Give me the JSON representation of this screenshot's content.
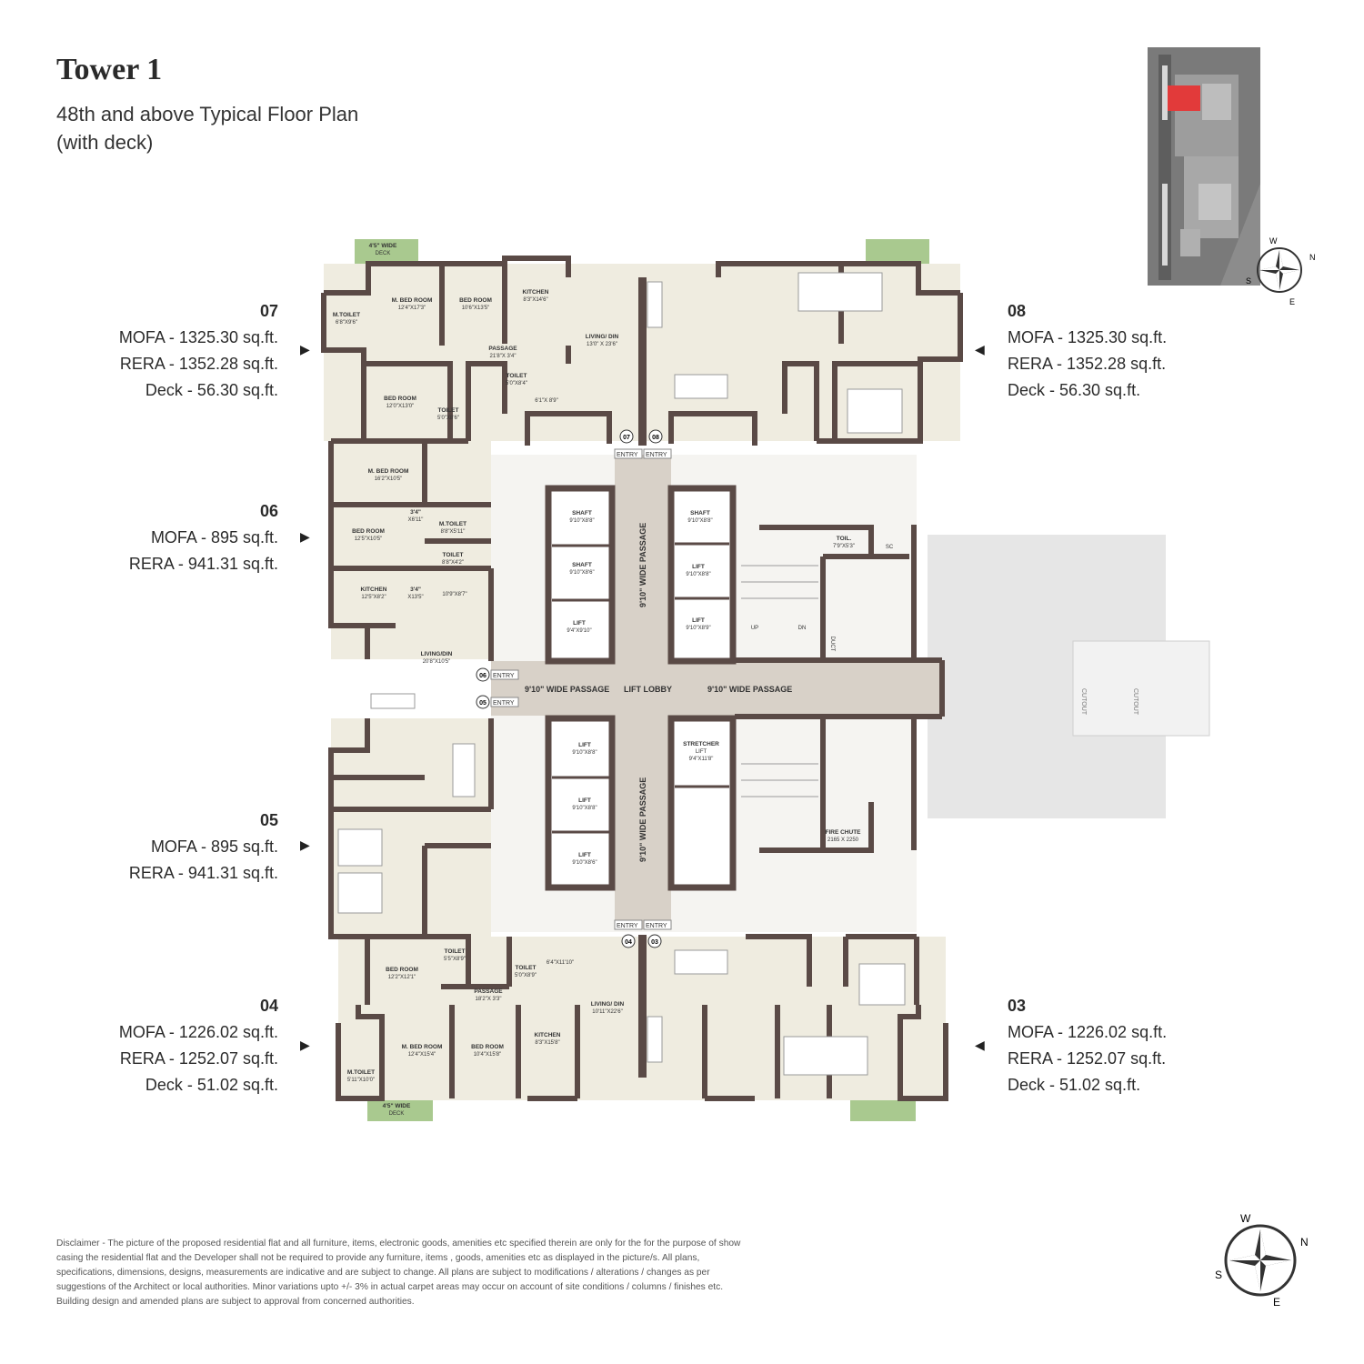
{
  "header": {
    "title": "Tower 1",
    "subtitle_line1": "48th and above Typical Floor Plan",
    "subtitle_line2": "(with deck)"
  },
  "units": {
    "u07": {
      "number": "07",
      "mofa": "MOFA - 1325.30 sq.ft.",
      "rera": "RERA - 1352.28 sq.ft.",
      "deck": "Deck - 56.30 sq.ft."
    },
    "u08": {
      "number": "08",
      "mofa": "MOFA - 1325.30 sq.ft.",
      "rera": "RERA - 1352.28 sq.ft.",
      "deck": "Deck - 56.30 sq.ft."
    },
    "u06": {
      "number": "06",
      "mofa": "MOFA - 895 sq.ft.",
      "rera": "RERA - 941.31 sq.ft."
    },
    "u05": {
      "number": "05",
      "mofa": "MOFA - 895 sq.ft.",
      "rera": "RERA - 941.31 sq.ft."
    },
    "u04": {
      "number": "04",
      "mofa": "MOFA - 1226.02 sq.ft.",
      "rera": "RERA - 1252.07 sq.ft.",
      "deck": "Deck - 51.02 sq.ft."
    },
    "u03": {
      "number": "03",
      "mofa": "MOFA - 1226.02 sq.ft.",
      "rera": "RERA - 1252.07 sq.ft.",
      "deck": "Deck - 51.02 sq.ft."
    }
  },
  "rooms": {
    "deck_top": [
      "4'5\" WIDE",
      "DECK"
    ],
    "u07_mtoilet": [
      "M.TOILET",
      "6'8\"X9'6\""
    ],
    "u07_mbed": [
      "M. BED ROOM",
      "12'4\"X17'3\""
    ],
    "u07_bed": [
      "BED ROOM",
      "10'6\"X13'5\""
    ],
    "u07_kitchen": [
      "KITCHEN",
      "8'3\"X14'6\""
    ],
    "u07_living": [
      "LIVING/ DIN",
      "13'0\" X 23'6\""
    ],
    "u07_passage": [
      "PASSAGE",
      "21'8\"X 3'4\""
    ],
    "u07_toilet": [
      "TOILET",
      "5'0\"X8'4\""
    ],
    "u07_extra": [
      "6'1\"X 8'9\""
    ],
    "u07_bed2": [
      "BED ROOM",
      "12'0\"X13'0\""
    ],
    "u07_toilet2": [
      "TOILET",
      "5'0\"X8'6\""
    ],
    "u06_mbed": [
      "M. BED ROOM",
      "16'2\"X10'5\""
    ],
    "u06_bed": [
      "BED ROOM",
      "12'5\"X10'5\""
    ],
    "u06_small1": [
      "3'4\"",
      "X6'11\""
    ],
    "u06_mtoilet": [
      "M.TOILET",
      "8'8\"X5'11\""
    ],
    "u06_toilet": [
      "TOILET",
      "8'8\"X4'2\""
    ],
    "u06_kitchen": [
      "KITCHEN",
      "12'5\"X8'2\""
    ],
    "u06_small2": [
      "3'4\"",
      "X13'5\""
    ],
    "u06_extra": [
      "10'9\"X8'7\""
    ],
    "u06_living": [
      "LIVING/DIN",
      "20'8\"X10'5\""
    ],
    "shaft1": [
      "SHAFT",
      "9'10\"X8'8\""
    ],
    "shaft2": [
      "SHAFT",
      "9'10\"X8'6\""
    ],
    "lift_a": [
      "LIFT",
      "9'4\"X9'10\""
    ],
    "shaft3": [
      "SHAFT",
      "9'10\"X8'8\""
    ],
    "lift_b": [
      "LIFT",
      "9'10\"X8'8\""
    ],
    "lift_c": [
      "LIFT",
      "9'10\"X8'9\""
    ],
    "toil": [
      "TOIL.",
      "7'9\"X5'3\""
    ],
    "sc": [
      "SC"
    ],
    "up": [
      "UP"
    ],
    "dn": [
      "DN"
    ],
    "duct": [
      "DUCT"
    ],
    "lift_d": [
      "LIFT",
      "9'10\"X8'8\""
    ],
    "lift_e": [
      "LIFT",
      "9'10\"X8'8\""
    ],
    "lift_f": [
      "LIFT",
      "9'10\"X8'6\""
    ],
    "stretcher": [
      "STRETCHER",
      "LIFT",
      "9'4\"X11'8\""
    ],
    "fire_chute": [
      "FIRE CHUTE",
      "2165 X 2250"
    ],
    "passage_left": [
      "9'10\" WIDE PASSAGE"
    ],
    "passage_right": [
      "9'10\" WIDE PASSAGE"
    ],
    "passage_vert": [
      "9'10\" WIDE PASSAGE"
    ],
    "lift_lobby": [
      "LIFT  LOBBY"
    ],
    "entry": [
      "ENTRY"
    ],
    "cutout": [
      "CUTOUT"
    ],
    "u04_bed": [
      "BED ROOM",
      "12'2\"X12'1\""
    ],
    "u04_toilet": [
      "TOILET",
      "5'5\"X8'9\""
    ],
    "u04_toilet2": [
      "TOILET",
      "5'0\"X8'9\""
    ],
    "u04_extra": [
      "6'4\"X11'10\""
    ],
    "u04_passage": [
      "PASSAGE",
      "18'2\"X 3'3\""
    ],
    "u04_living": [
      "LIVING/ DIN",
      "10'11\"X22'6\""
    ],
    "u04_mbed": [
      "M. BED ROOM",
      "12'4\"X15'4\""
    ],
    "u04_bed2": [
      "BED ROOM",
      "10'4\"X15'8\""
    ],
    "u04_kitchen": [
      "KITCHEN",
      "8'3\"X15'8\""
    ],
    "u04_mtoilet": [
      "M.TOILET",
      "5'11\"X10'0\""
    ],
    "deck_bottom": [
      "4'5\" WIDE",
      "DECK"
    ]
  },
  "compass": {
    "w": "W",
    "n": "N",
    "s": "S",
    "e": "E"
  },
  "disclaimer": "Disclaimer - The picture of the proposed residential flat and all furniture, items, electronic goods, amenities etc specified therein are only for the for the purpose of show casing the residential flat and the Developer shall not be required to provide any furniture, items , goods, amenities etc as displayed in the picture/s. All plans, specifications, dimensions, designs, measurements are indicative and are subject to change. All plans are subject to modifications / alterations / changes as per suggestions of the Architect or local authorities. Minor variations upto +/- 3% in actual carpet areas may occur on account of site conditions / columns / finishes etc. Building design and amended plans are subject to approval from concerned authorities.",
  "colors": {
    "floor": "#efece0",
    "wall": "#5a4a46",
    "deck": "#a9c98f",
    "core": "#e3ddd5",
    "lobby": "#d8d1c8",
    "cutout": "#e6e6e6",
    "highlight": "#e23a3a"
  }
}
